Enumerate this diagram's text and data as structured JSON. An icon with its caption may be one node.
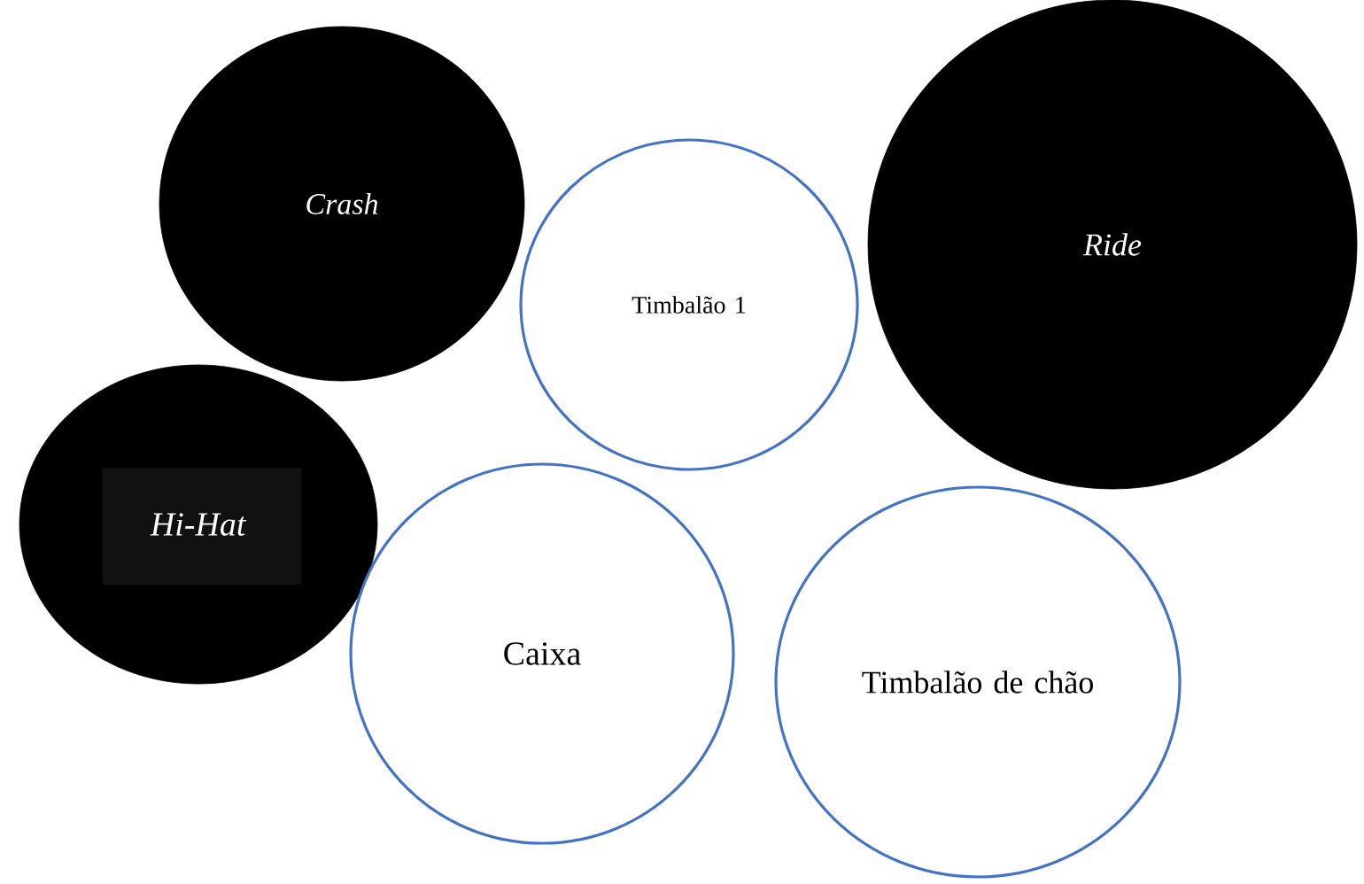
{
  "diagram": {
    "nodes": [
      {
        "text": [
          "*Crash*"
        ]
      },
      {
        "text": [
          "Timbalão 1"
        ]
      },
      {
        "text": [
          "*Ride*"
        ]
      },
      {
        "text": [
          "*Hi-Hat*"
        ]
      },
      {
        "text": [
          "Caixa"
        ]
      },
      {
        "text": [
          "Timbalão de chão"
        ]
      }
    ]
  }
}
